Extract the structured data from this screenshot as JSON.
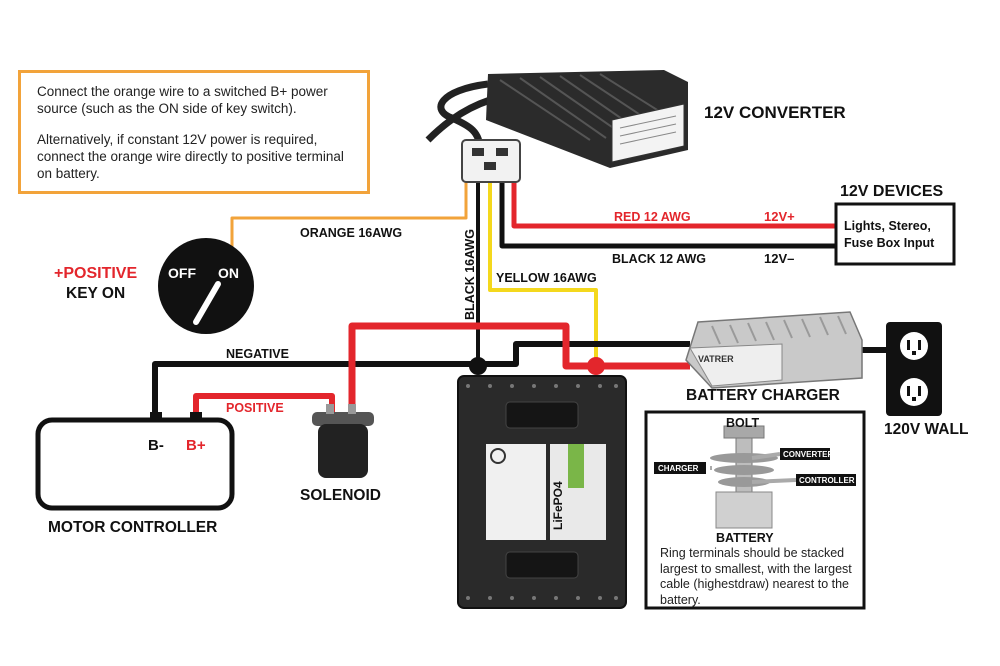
{
  "note": {
    "paragraph1": "Connect the orange wire to a switched B+ power source (such as the ON side of key switch).",
    "paragraph2": "Alternatively, if constant 12V power is required, connect the orange wire directly to positive terminal on battery."
  },
  "components": {
    "converter": "12V CONVERTER",
    "devices_title": "12V DEVICES",
    "devices_line1": "Lights, Stereo,",
    "devices_line2": "Fuse Box Input",
    "key_positive": "+POSITIVE",
    "key_on": "KEY ON",
    "key_off_label": "OFF",
    "key_on_label": "ON",
    "motor_controller": "MOTOR CONTROLLER",
    "b_minus": "B-",
    "b_plus": "B+",
    "solenoid": "SOLENOID",
    "battery_charger": "BATTERY CHARGER",
    "wall": "120V WALL",
    "battery_chem": "LiFePO4",
    "charger_brand": "VATRER"
  },
  "wires": {
    "orange": "ORANGE 16AWG",
    "black_vertical": "BLACK 16AWG",
    "yellow": "YELLOW 16AWG",
    "red12": "RED 12 AWG",
    "black12": "BLACK 12 AWG",
    "v_plus": "12V+",
    "v_minus": "12V–",
    "negative": "NEGATIVE",
    "positive": "POSITIVE"
  },
  "inset": {
    "bolt": "BOLT",
    "converter": "CONVERTER",
    "charger": "CHARGER",
    "controller": "CONTROLLER",
    "battery": "BATTERY",
    "caption": "Ring terminals should be stacked largest to smallest, with the largest cable (highestdraw) nearest to the battery."
  },
  "colors": {
    "red_wire": "#e3262c",
    "black_wire": "#111111",
    "yellow_wire": "#f4d81d",
    "orange_wire": "#f2a33a"
  }
}
